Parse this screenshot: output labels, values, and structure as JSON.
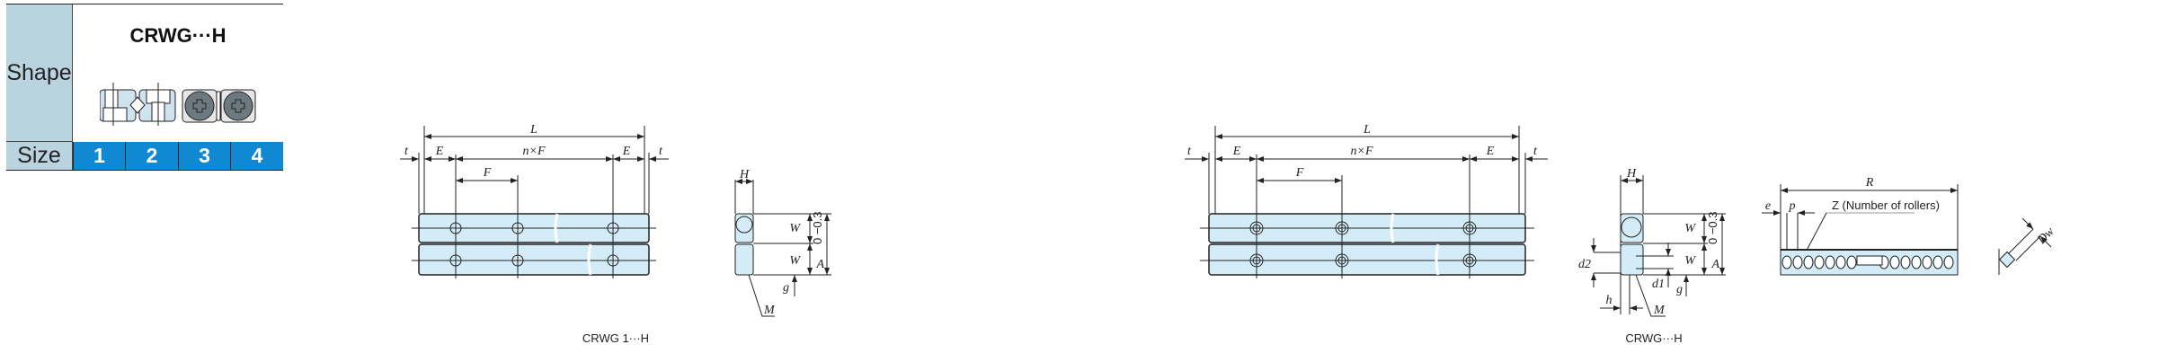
{
  "table": {
    "shape_label": "Shape",
    "size_label": "Size",
    "model": "CRWG···H",
    "sizes": [
      "1",
      "2",
      "3",
      "4"
    ],
    "colors": {
      "label_bg": "#b9d3df",
      "size_bg": "#1189d2",
      "rail_fill": "#d3ecf8"
    }
  },
  "drawing1": {
    "labels": {
      "L": "L",
      "t": "t",
      "E": "E",
      "nF": "n×F",
      "F": "F",
      "H": "H",
      "W": "W",
      "A": "A",
      "A_tol": "0 −0.3",
      "g": "g",
      "M": "M"
    },
    "caption": "CRWG 1···H"
  },
  "drawing2": {
    "labels": {
      "L": "L",
      "t": "t",
      "E": "E",
      "nF": "n×F",
      "F": "F",
      "H": "H",
      "W": "W",
      "A": "A",
      "A_tol": "0 −0.3",
      "g": "g",
      "M": "M",
      "d1": "d1",
      "d2": "d2",
      "h": "h"
    },
    "caption": "CRWG···H"
  },
  "retainer": {
    "labels": {
      "R": "R",
      "e": "e",
      "p": "p",
      "Z": "Z (Number of rollers)",
      "Dw": "Dw"
    }
  }
}
